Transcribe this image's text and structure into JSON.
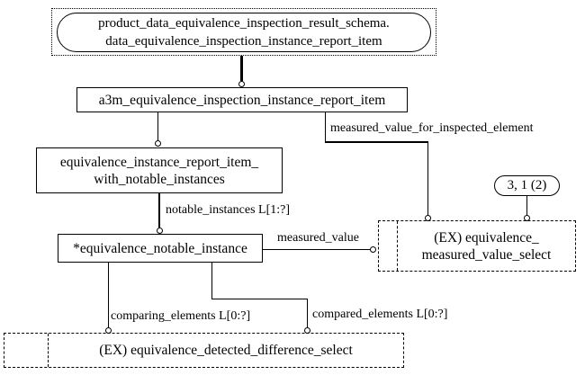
{
  "colors": {
    "ink": "#000000",
    "paper": "#ffffff"
  },
  "interschema_ref": {
    "line1": "product_data_equivalence_inspection_result_schema.",
    "line2": "data_equivalence_inspection_instance_report_item"
  },
  "entity_boxes": {
    "a3m": {
      "label": "a3m_equivalence_inspection_instance_report_item"
    },
    "report_item": {
      "line1": "equivalence_instance_report_item_",
      "line2": "with_notable_instances"
    },
    "notable_instance": {
      "label": "*equivalence_notable_instance"
    }
  },
  "select_boxes": {
    "measured_value_select": {
      "line1": "(EX) equivalence_",
      "line2": "measured_value_select"
    },
    "detected_difference_select": {
      "label": "(EX) equivalence_detected_difference_select"
    }
  },
  "page_ref": {
    "label": "3, 1 (2)"
  },
  "attribute_labels": {
    "measured_value_for_inspected_element": "measured_value_for_inspected_element",
    "notable_instances": "notable_instances L[1:?]",
    "measured_value": "measured_value",
    "comparing_elements": "comparing_elements L[0:?]",
    "compared_elements": "compared_elements L[0:?]"
  }
}
